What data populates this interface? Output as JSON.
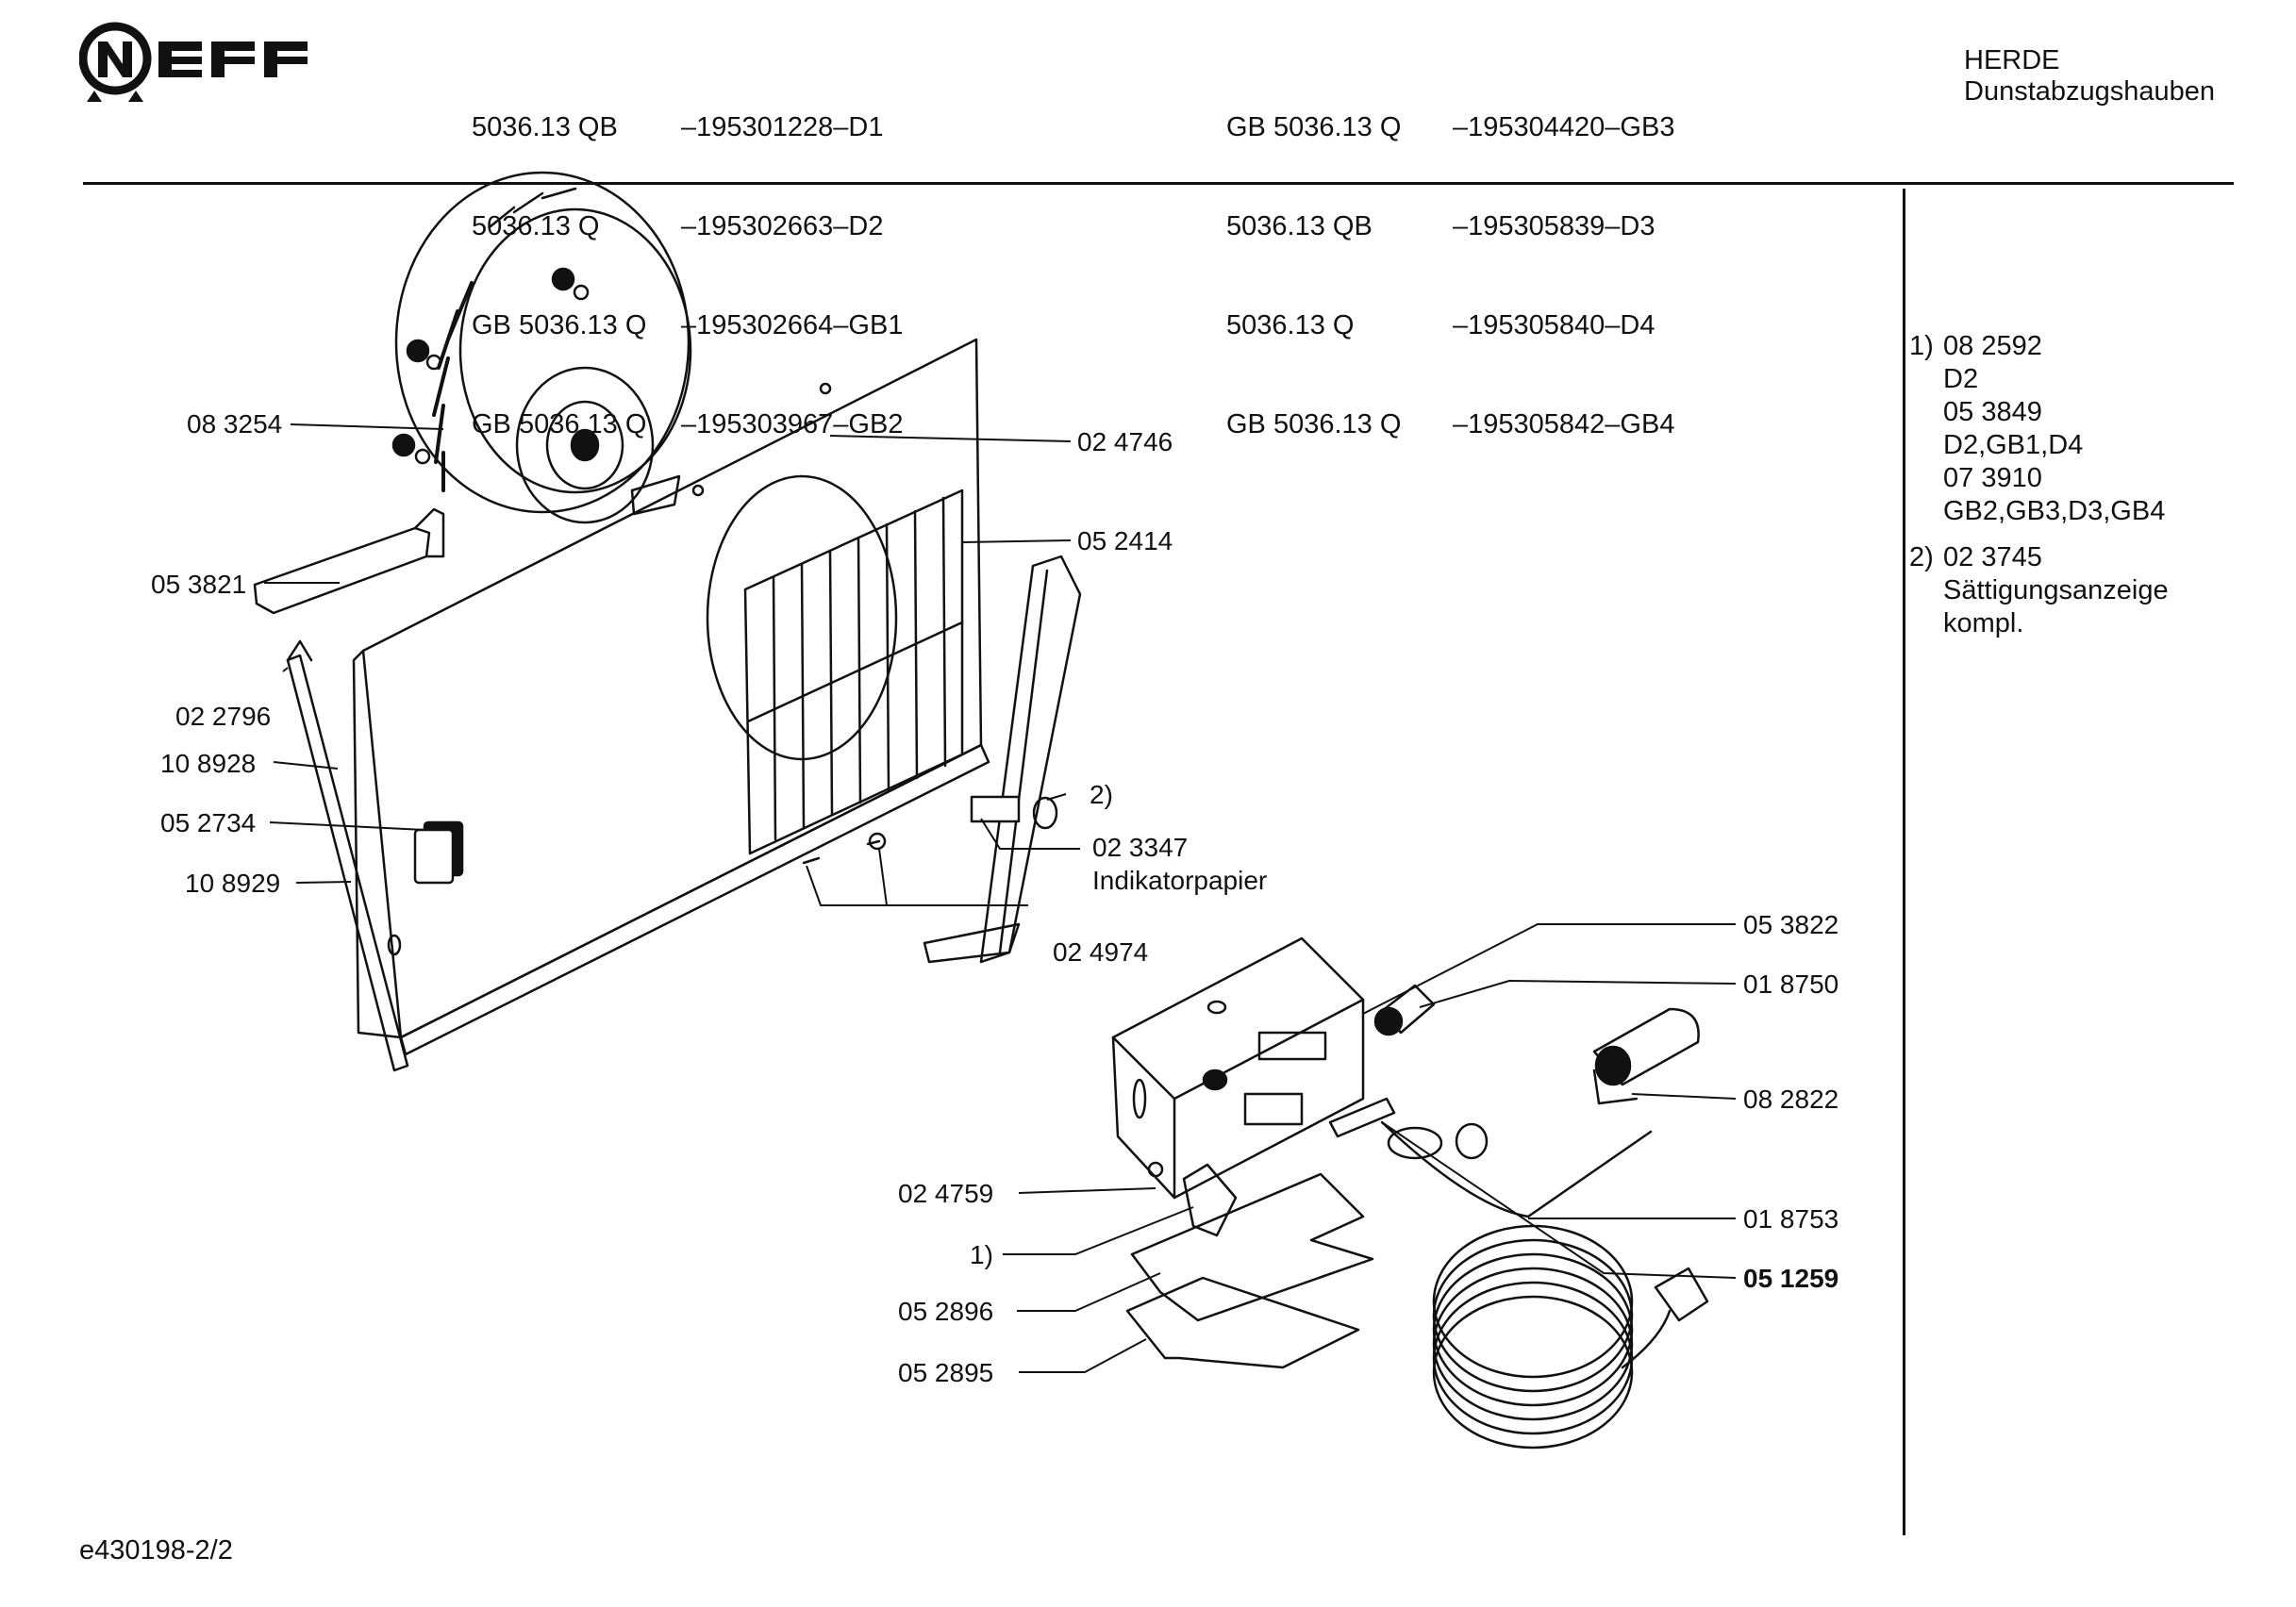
{
  "brand": {
    "name": "NEFF"
  },
  "header": {
    "models_left": [
      "5036.13 QB",
      "5036.13 Q",
      "GB 5036.13 Q",
      "GB 5036.13 Q"
    ],
    "parts_left": [
      "–195301228–D1",
      "–195302663–D2",
      "–195302664–GB1",
      "–195303967–GB2"
    ],
    "models_right": [
      "GB 5036.13 Q",
      "5036.13 QB",
      "5036.13 Q",
      "GB 5036.13 Q"
    ],
    "parts_right": [
      "–195304420–GB3",
      "–195305839–D3",
      "–195305840–D4",
      "–195305842–GB4"
    ],
    "category_line1": "HERDE",
    "category_line2": "Dunstabzugshauben"
  },
  "callouts": {
    "c083254": "08 3254",
    "c053821": "05 3821",
    "c022796": "02 2796",
    "c108928": "10 8928",
    "c052734": "05 2734",
    "c108929": "10 8929",
    "c024746": "02 4746",
    "c052414": "05 2414",
    "c2": "2)",
    "c023347": "02 3347",
    "c_indikator": "Indikatorpapier",
    "c024974": "02 4974",
    "c053822": "05 3822",
    "c018750": "01 8750",
    "c082822": "08 2822",
    "c024759": "02 4759",
    "c1": "1)",
    "c052896": "05 2896",
    "c052895": "05 2895",
    "c018753": "01 8753",
    "c051259": "05 1259"
  },
  "notes": {
    "n1_label": "1)",
    "n1_lines": [
      "08 2592",
      "D2",
      "05 3849",
      "D2,GB1,D4",
      "07 3910",
      "GB2,GB3,D3,GB4"
    ],
    "n2_label": "2)",
    "n2_lines": [
      "02 3745",
      "Sättigungsanzeige",
      "kompl."
    ]
  },
  "footer": {
    "ref": "e430198-2/2"
  }
}
